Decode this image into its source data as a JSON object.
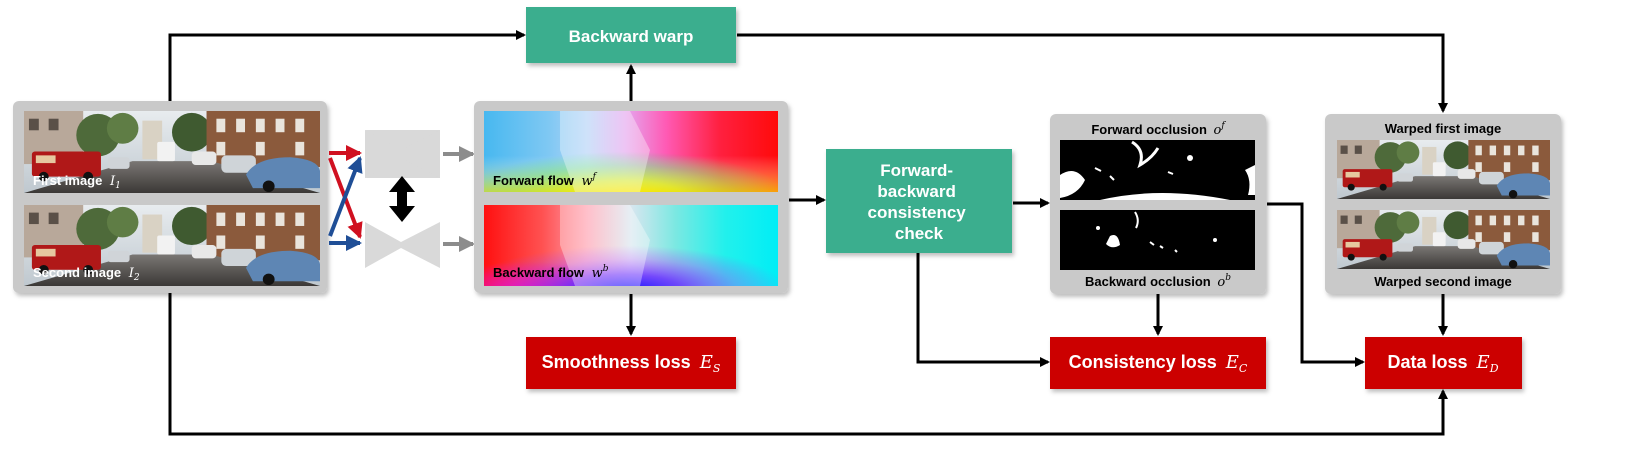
{
  "colors": {
    "teal": "#3aae8e",
    "red": "#cc0000",
    "panel_gray": "#c9c9c9",
    "network_gray": "#d9d9d9",
    "arrow_black": "#000000",
    "arrow_gray": "#8c8c8c",
    "arrow_red": "#d01020",
    "arrow_blue": "#1f4e96"
  },
  "nodes": {
    "backward_warp": {
      "label": "Backward warp"
    },
    "first_image": {
      "label": "First image",
      "math": "I",
      "sub": "1"
    },
    "second_image": {
      "label": "Second image",
      "math": "I",
      "sub": "2"
    },
    "forward_flow": {
      "label": "Forward flow",
      "math": "w",
      "sup": "f"
    },
    "backward_flow": {
      "label": "Backward flow",
      "math": "w",
      "sup": "b"
    },
    "consistency_check": {
      "lines": [
        "Forward-",
        "backward",
        "consistency",
        "check"
      ]
    },
    "forward_occlusion": {
      "label": "Forward occlusion",
      "math": "o",
      "sup": "f"
    },
    "backward_occlusion": {
      "label": "Backward occlusion",
      "math": "o",
      "sup": "b"
    },
    "warped_first": {
      "label": "Warped first image"
    },
    "warped_second": {
      "label": "Warped second image"
    },
    "smoothness_loss": {
      "label": "Smoothness loss",
      "math": "E",
      "sub": "S"
    },
    "consistency_loss": {
      "label": "Consistency loss",
      "math": "E",
      "sub": "C"
    },
    "data_loss": {
      "label": "Data loss",
      "math": "E",
      "sub": "D"
    }
  }
}
